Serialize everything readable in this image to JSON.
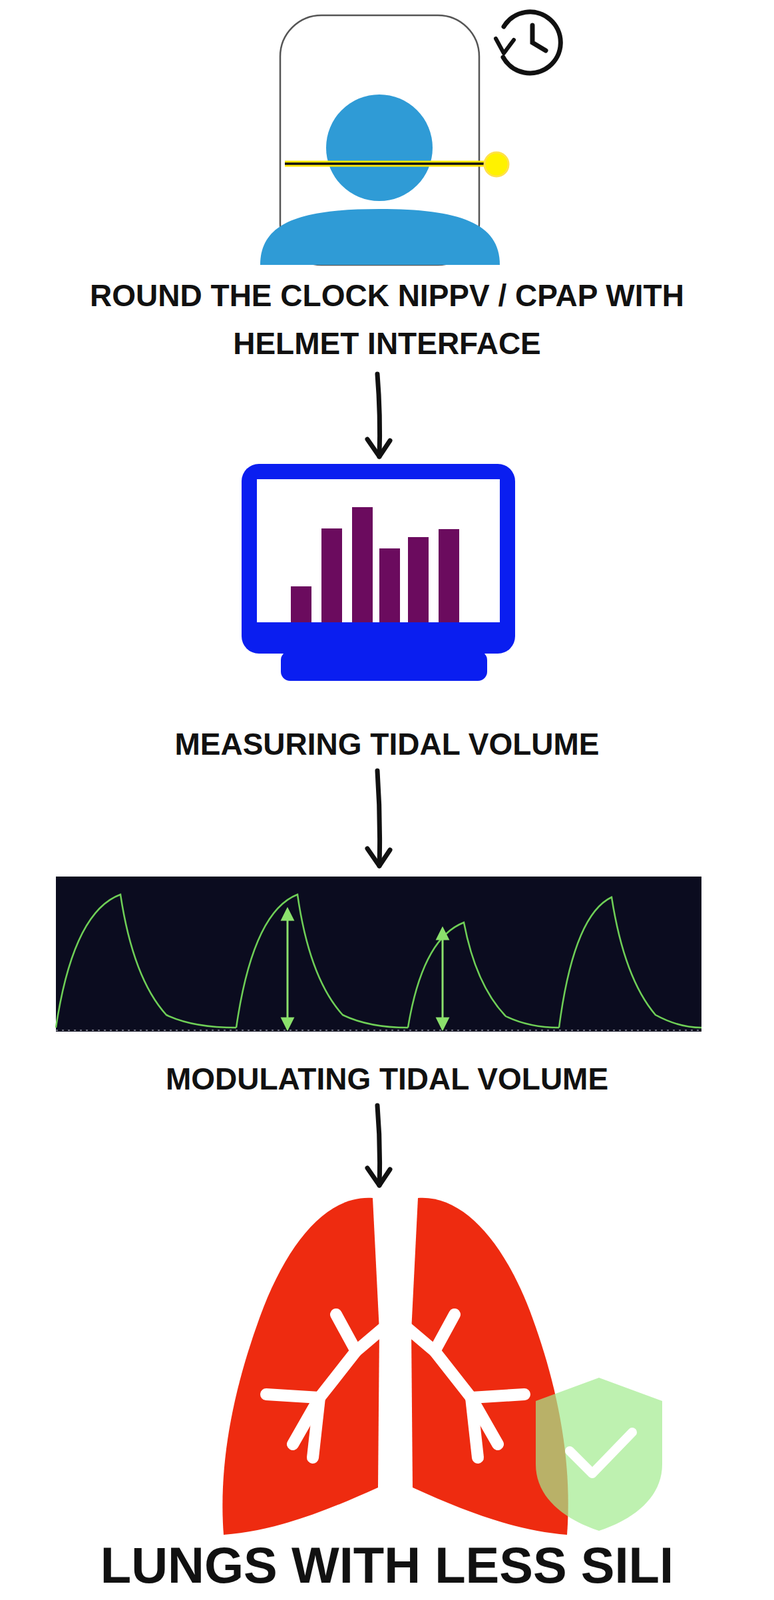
{
  "diagram": {
    "nodes": [
      {
        "text": [
          "ROUND THE CLOCK NIPPV / CPAP WITH HELMET INTERFACE"
        ]
      },
      {
        "text": [
          "MEASURING TIDAL VOLUME"
        ]
      },
      {
        "text": [
          "MODULATING TIDAL VOLUME"
        ]
      },
      {
        "text": [
          "LUNGS WITH LESS SILI"
        ]
      }
    ],
    "edges": [
      {
        "from": 0,
        "to": 1,
        "arrow": "to"
      },
      {
        "from": 1,
        "to": 2,
        "arrow": "to"
      },
      {
        "from": 2,
        "to": 3,
        "arrow": "to"
      }
    ]
  }
}
